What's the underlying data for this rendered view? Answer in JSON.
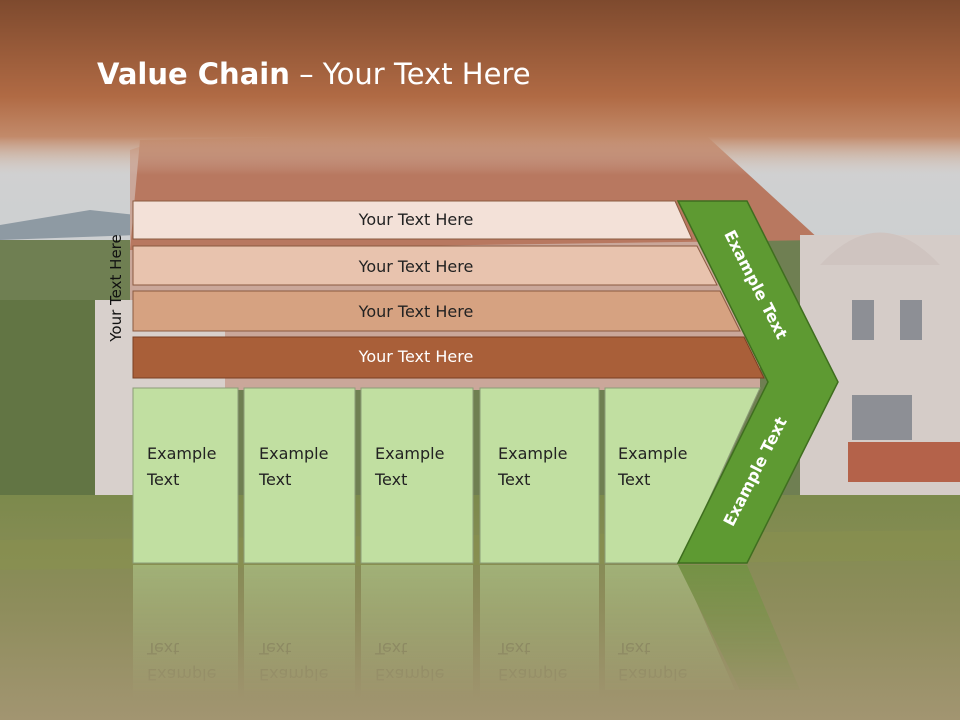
{
  "slide": {
    "title_bold": "Value Chain",
    "title_rest": " – Your Text Here",
    "vertical_label": "Your Text Here"
  },
  "bands": [
    {
      "label": "Your Text Here",
      "fill": "#f3e1d8"
    },
    {
      "label": "Your Text Here",
      "fill": "#e8c3ae"
    },
    {
      "label": "Your Text Here",
      "fill": "#d6a281"
    },
    {
      "label": "Your Text Here",
      "fill": "#a95f39"
    }
  ],
  "boxes": [
    {
      "line1": "Example",
      "line2": "Text"
    },
    {
      "line1": "Example",
      "line2": "Text"
    },
    {
      "line1": "Example",
      "line2": "Text"
    },
    {
      "line1": "Example",
      "line2": "Text"
    },
    {
      "line1": "Example",
      "line2": "Text"
    }
  ],
  "chevron_upper_label": "Example Text",
  "chevron_lower_label": "Example Text",
  "colors": {
    "header": "#a55c38",
    "box_fill": "#c1dfa1",
    "chevron": "#5e9a32",
    "band_stroke": "#8a5a40"
  }
}
